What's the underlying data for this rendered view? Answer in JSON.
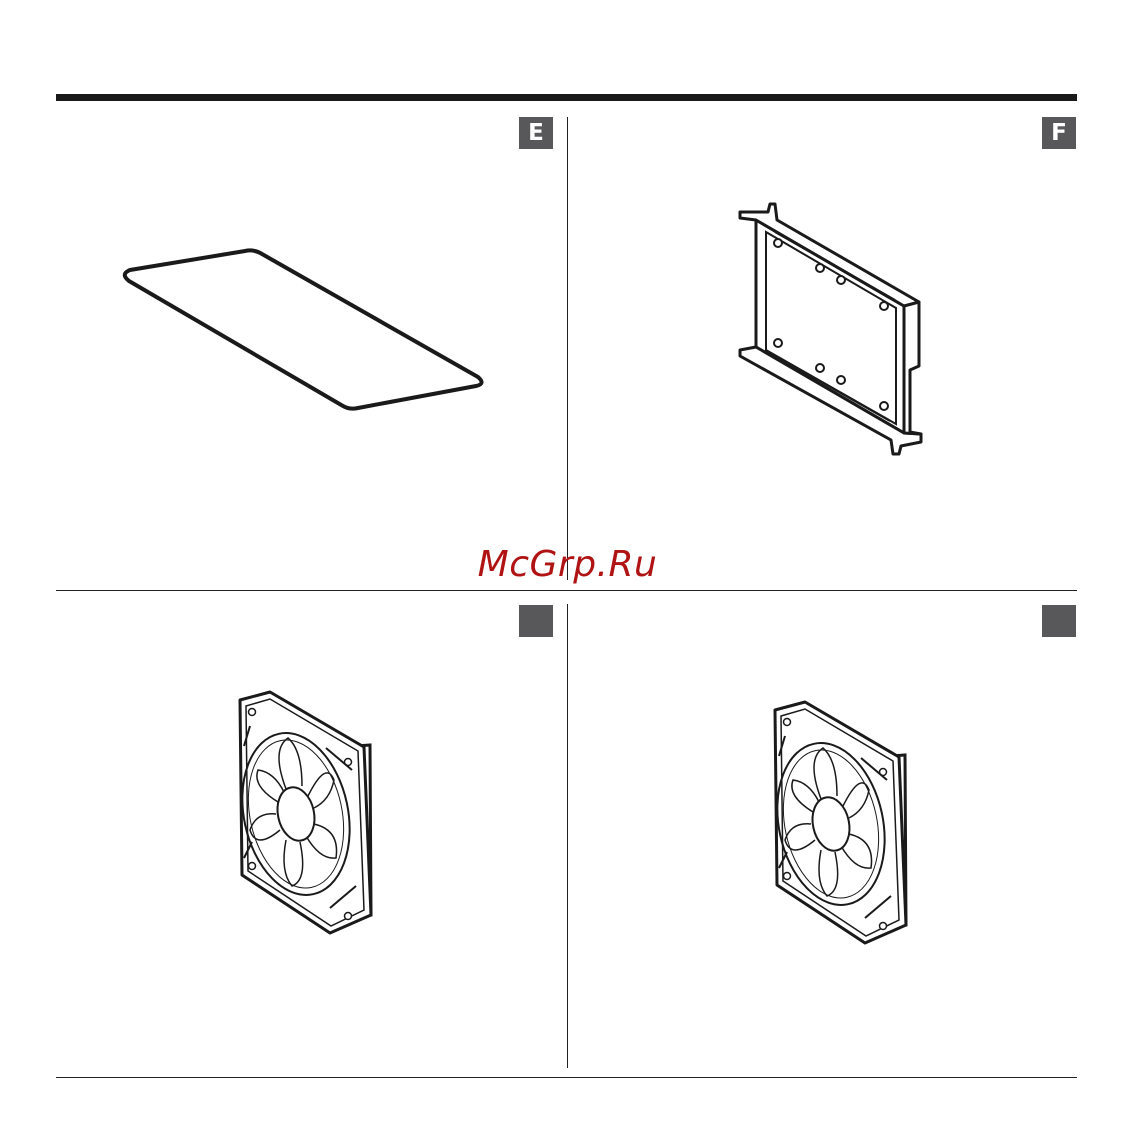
{
  "panels": [
    {
      "badge": "E",
      "item": "pad"
    },
    {
      "badge": "F",
      "item": "drive-bracket"
    },
    {
      "badge": "",
      "item": "fan"
    },
    {
      "badge": "",
      "item": "fan"
    }
  ],
  "watermark": "McGrp.Ru",
  "colors": {
    "badge_bg": "#58585a",
    "watermark": "#b01313",
    "rule": "#1a1a1a"
  }
}
